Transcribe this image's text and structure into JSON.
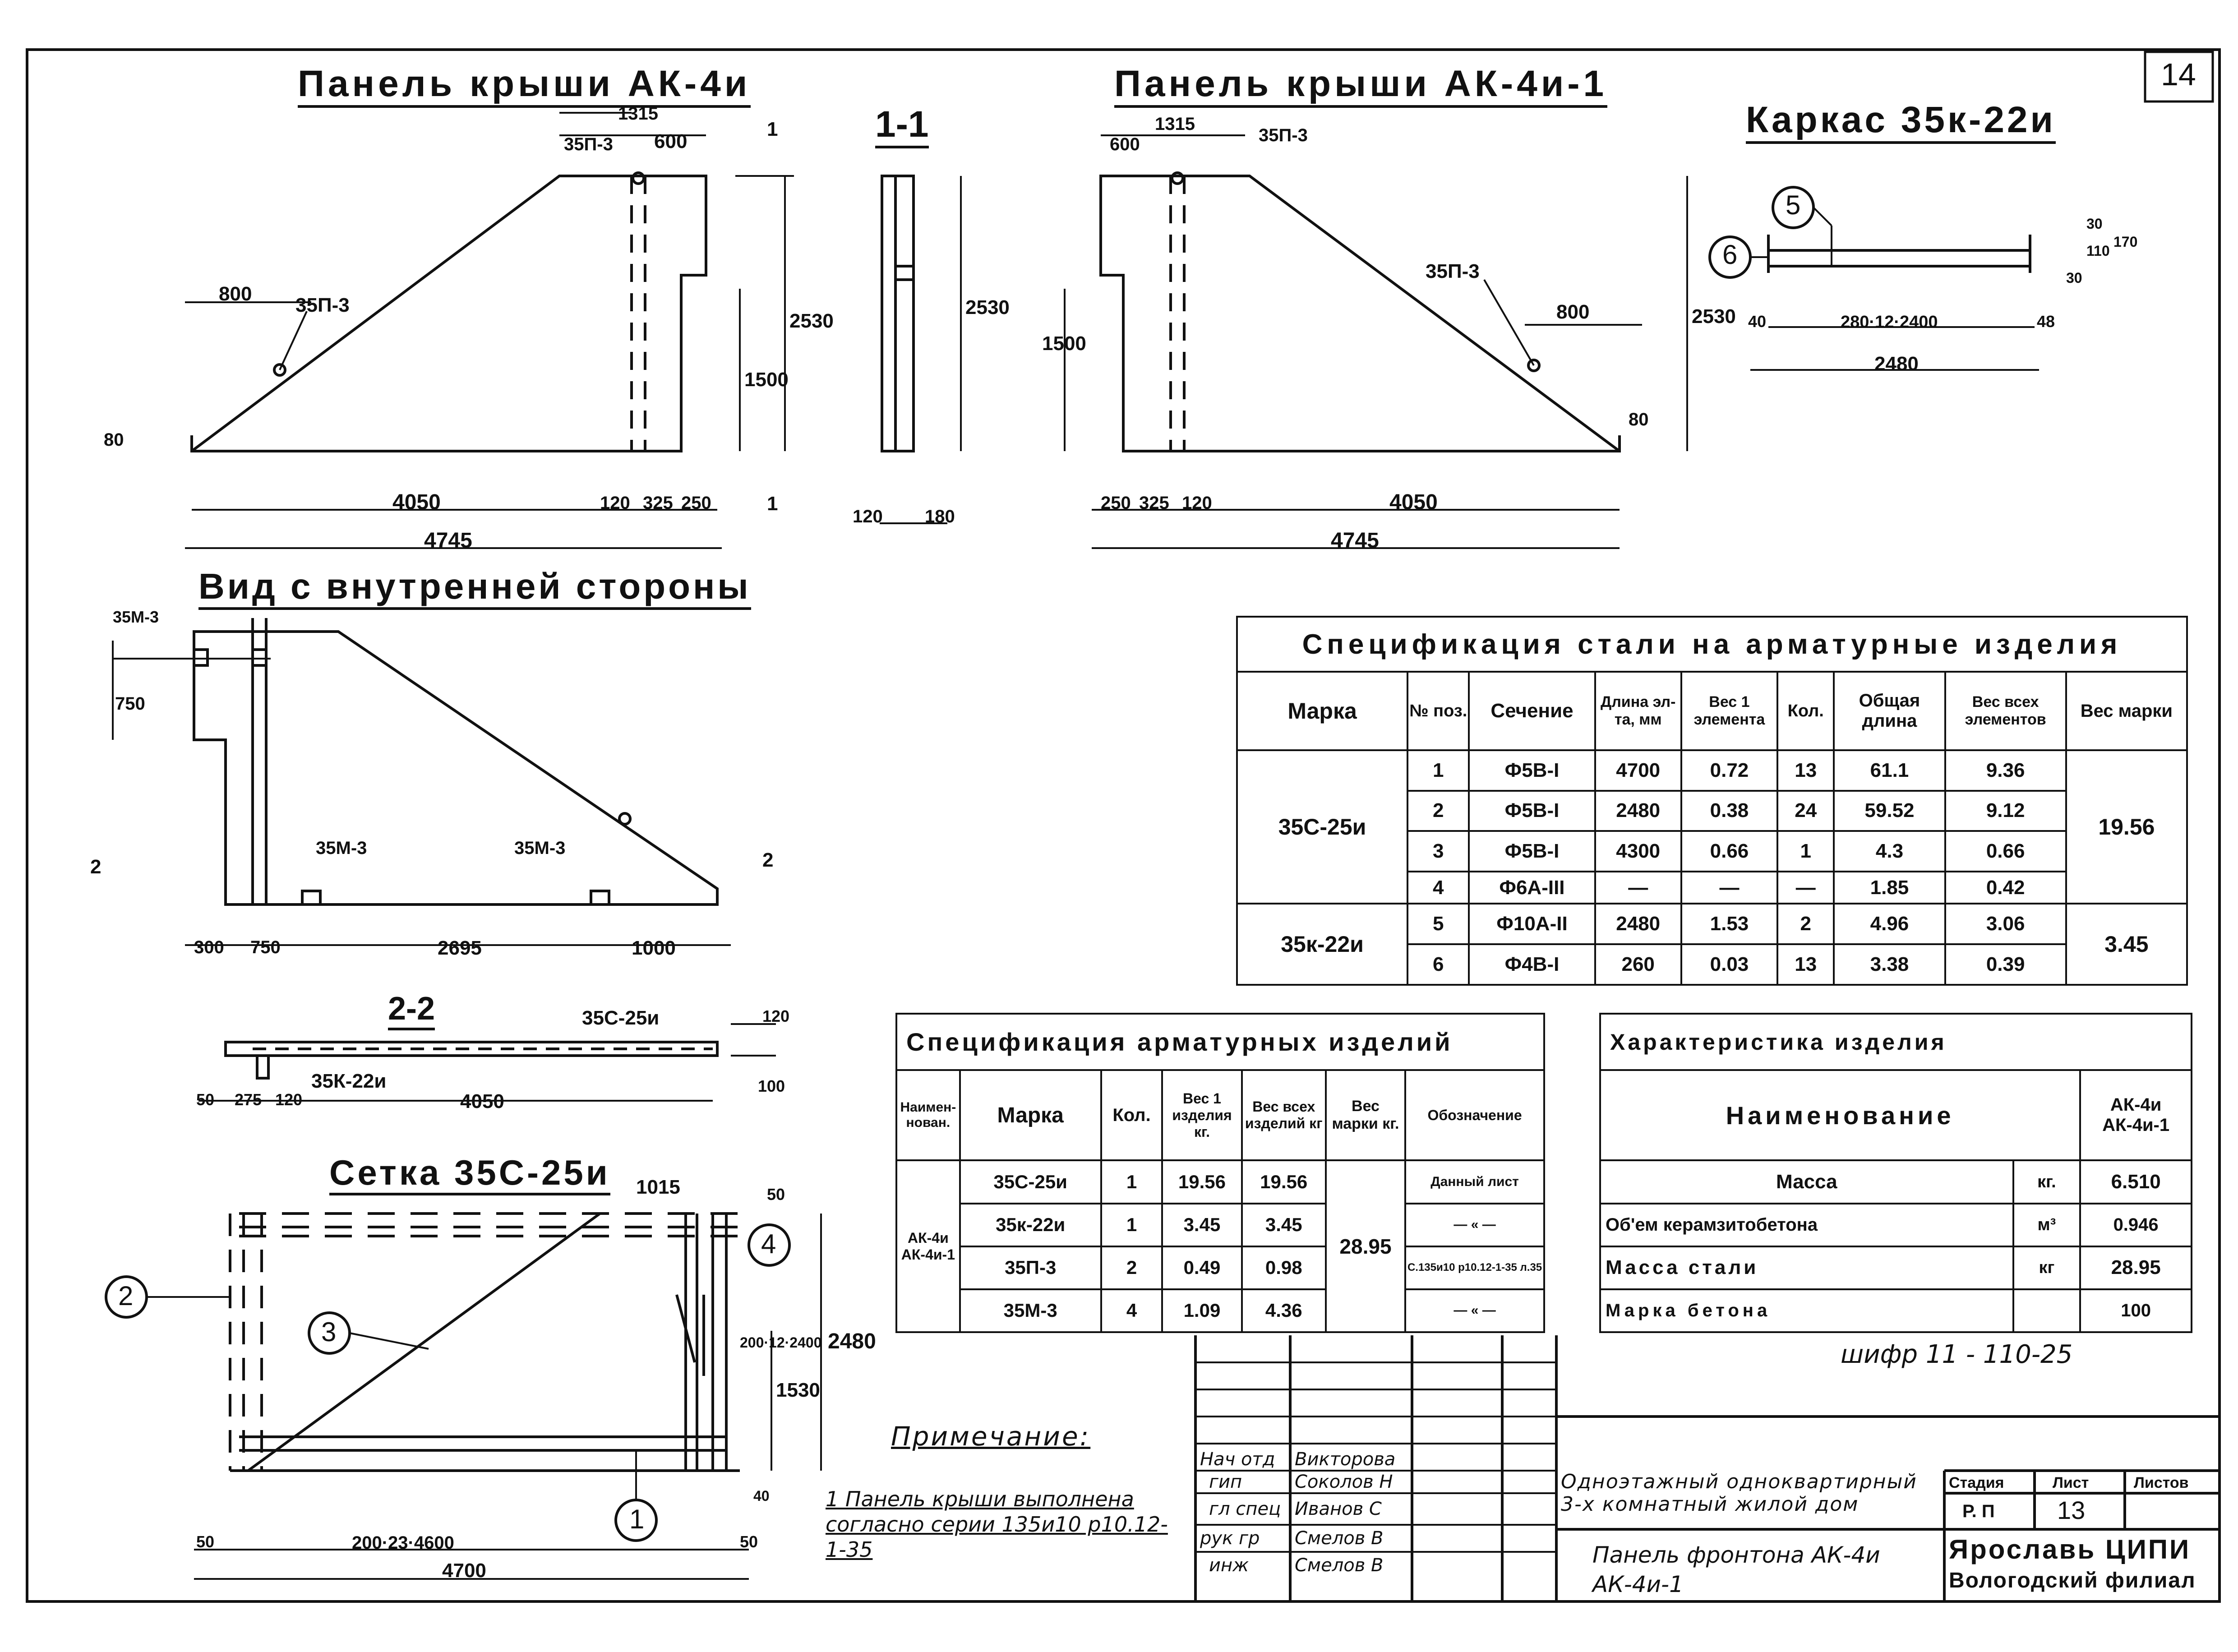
{
  "sheet_number": "14",
  "drawings": {
    "panel_ak4": {
      "title": "Панель крыши АК-4и",
      "dims": [
        "1315",
        "35П-3",
        "600",
        "1",
        "800",
        "35П-3",
        "80",
        "1500",
        "2530",
        "4050",
        "120",
        "325",
        "250",
        "1",
        "4745"
      ]
    },
    "section_1_1": {
      "title": "1-1",
      "dims": [
        "2530",
        "120",
        "180"
      ]
    },
    "panel_ak4_1": {
      "title": "Панель крыши АК-4и-1",
      "dims": [
        "1315",
        "600",
        "35П-3",
        "35П-3",
        "800",
        "1500",
        "2530",
        "80",
        "250",
        "325",
        "120",
        "4050",
        "4745"
      ]
    },
    "frame": {
      "title": "Каркас 35к-22и",
      "pos5": "5",
      "pos6": "6",
      "dims": [
        "40",
        "280·12·2400",
        "48",
        "2480",
        "30",
        "110",
        "30",
        "170"
      ]
    },
    "inner_view": {
      "title": "Вид с внутренней стороны",
      "labels": [
        "35М-3",
        "750",
        "35М-3",
        "35М-3",
        "2",
        "2"
      ],
      "dims": [
        "300",
        "750",
        "2695",
        "1000"
      ]
    },
    "section_2_2": {
      "title": "2-2",
      "labels": [
        "35С-25и",
        "35К-22и"
      ],
      "dims": [
        "50",
        "275",
        "120",
        "4050",
        "120",
        "100"
      ]
    },
    "mesh": {
      "title": "Сетка 35С-25и",
      "pos2": "2",
      "pos3": "3",
      "pos4": "4",
      "pos1": "1",
      "dims": [
        "1015",
        "50",
        "2480",
        "1530",
        "200·12·2400",
        "40",
        "50",
        "200·23·4600",
        "50",
        "4700"
      ]
    }
  },
  "steel_spec": {
    "title": "Спецификация стали на арматурные изделия",
    "headers": [
      "Марка",
      "№ поз.",
      "Сечение",
      "Длина эл-та, мм",
      "Вес 1 элемента",
      "Кол.",
      "Общая длина",
      "Вес всех элементов",
      "Вес марки"
    ],
    "groups": [
      {
        "mark": "35С-25и",
        "weight": "19.56",
        "rows": [
          [
            "1",
            "Ф5В-I",
            "4700",
            "0.72",
            "13",
            "61.1",
            "9.36"
          ],
          [
            "2",
            "Ф5В-I",
            "2480",
            "0.38",
            "24",
            "59.52",
            "9.12"
          ],
          [
            "3",
            "Ф5В-I",
            "4300",
            "0.66",
            "1",
            "4.3",
            "0.66"
          ],
          [
            "4",
            "Ф6А-III",
            "—",
            "—",
            "—",
            "1.85",
            "0.42"
          ]
        ]
      },
      {
        "mark": "35к-22и",
        "weight": "3.45",
        "rows": [
          [
            "5",
            "Ф10А-II",
            "2480",
            "1.53",
            "2",
            "4.96",
            "3.06"
          ],
          [
            "6",
            "Ф4В-I",
            "260",
            "0.03",
            "13",
            "3.38",
            "0.39"
          ]
        ]
      }
    ]
  },
  "product_spec": {
    "title": "Спецификация арматурных изделий",
    "headers": [
      "Наимен-нован.",
      "Марка",
      "Кол.",
      "Вес 1 изделия кг.",
      "Вес всех изделий кг",
      "Вес марки кг.",
      "Обозначение"
    ],
    "name": "АК-4и АК-4и-1",
    "total": "28.95",
    "rows": [
      [
        "35С-25и",
        "1",
        "19.56",
        "19.56",
        "Данный лист"
      ],
      [
        "35к-22и",
        "1",
        "3.45",
        "3.45",
        "— « —"
      ],
      [
        "35П-3",
        "2",
        "0.49",
        "0.98",
        "С.135и10 р10.12-1-35 л.35"
      ],
      [
        "35М-3",
        "4",
        "1.09",
        "4.36",
        "— « —"
      ]
    ]
  },
  "characteristics": {
    "title": "Характеристика изделия",
    "header_name": "Наименование",
    "header_value": "АК-4и АК-4и-1",
    "rows": [
      [
        "Масса",
        "кг.",
        "6.510"
      ],
      [
        "Об'ем керамзитобетона",
        "м³",
        "0.946"
      ],
      [
        "Масса стали",
        "кг",
        "28.95"
      ],
      [
        "Марка бетона",
        "",
        "100"
      ]
    ]
  },
  "cipher": "шифр 11 - 110-25",
  "note": {
    "title": "Примечание:",
    "text": "1 Панель крыши выполнена согласно серии 135и10 р10.12-1-35"
  },
  "title_block": {
    "signatures": [
      [
        "Нач отд",
        "Викторова"
      ],
      [
        "гип",
        "Соколов Н"
      ],
      [
        "гл спец",
        "Иванов С"
      ],
      [
        "рук гр",
        "Смелов В"
      ],
      [
        "инж",
        "Смелов В"
      ]
    ],
    "project": "Одноэтажный одноквартирный 3-х комнатный жилой дом",
    "sheet_title": "Панель фронтона АК-4и АК-4и-1",
    "stage_label": "Стадия",
    "sheet_label": "Лист",
    "sheets_label": "Листов",
    "stage": "Р. П",
    "sheet": "13",
    "org_line1": "Ярославь ЦИПИ",
    "org_line2": "Вологодский филиал"
  }
}
